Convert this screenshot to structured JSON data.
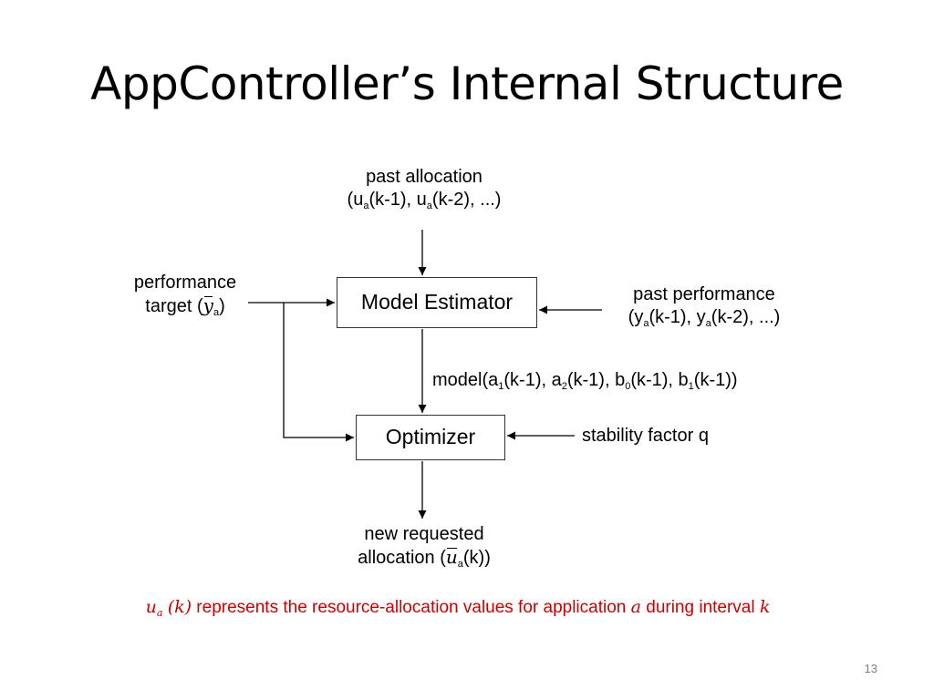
{
  "slide": {
    "title": "AppController’s Internal Structure",
    "page_number": "13"
  },
  "diagram": {
    "blocks": {
      "model_estimator": "Model Estimator",
      "optimizer": "Optimizer"
    },
    "inputs": {
      "past_allocation": {
        "line1": "past allocation",
        "open": "(u",
        "sub1": "a",
        "mid1": "(k-1), u",
        "sub2": "a",
        "tail": "(k-2), ...)"
      },
      "performance_target": {
        "line1": "performance",
        "prefix": "target (",
        "symbol": "y",
        "sub": "a",
        "suffix": ")"
      },
      "past_performance": {
        "line1": "past performance",
        "open": "(y",
        "sub1": "a",
        "mid1": "(k-1), y",
        "sub2": "a",
        "tail": "(k-2), ...)"
      },
      "stability_factor": "stability factor q"
    },
    "model_output": {
      "p1": "model(a",
      "s1": "1",
      "p2": "(k-1), a",
      "s2": "2",
      "p3": "(k-1), b",
      "s3": "0",
      "p4": "(k-1), b",
      "s4": "1",
      "p5": "(k-1))"
    },
    "output": {
      "line1": "new requested",
      "prefix": "allocation (",
      "symbol": "u",
      "sub": "a",
      "suffix": "(k))"
    }
  },
  "caption": {
    "u": "u",
    "u_sub": "a",
    "k_paren": "(k)",
    "text_mid": " represents the resource-allocation values for application ",
    "a": "a",
    "text_end": " during interval ",
    "k": "k"
  }
}
